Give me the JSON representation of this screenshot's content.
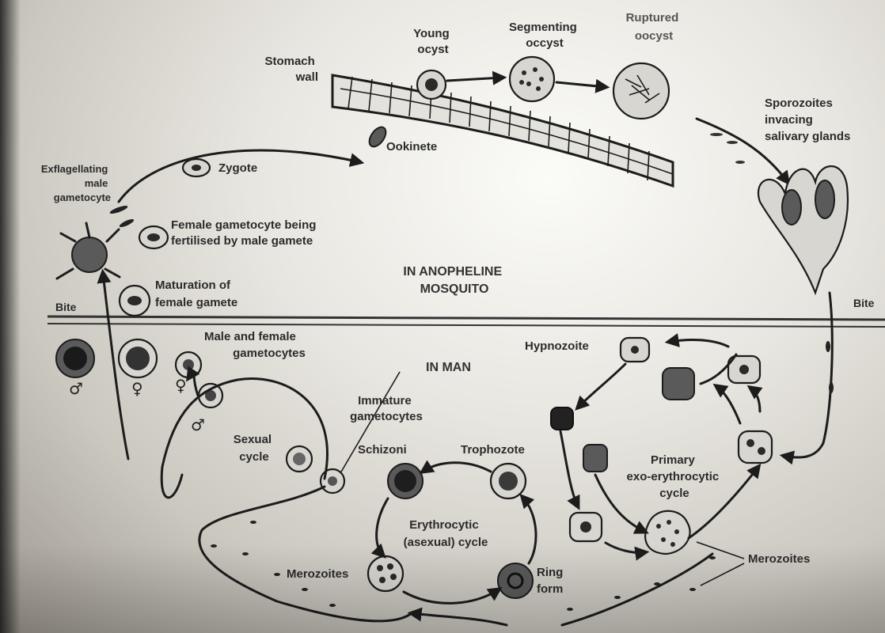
{
  "labels": {
    "young_oocyst": [
      "Young",
      "ocyst"
    ],
    "segmenting_occyst": [
      "Segmenting",
      "occyst"
    ],
    "ruptured_oocyst": [
      "Ruptured",
      "oocyst"
    ],
    "stomach_wall": [
      "Stomach",
      "wall"
    ],
    "sporozoites": [
      "Sporozoites",
      "invacing",
      "salivary glands"
    ],
    "ookinete": "Ookinete",
    "zygote": "Zygote",
    "exflagellating": [
      "Exflagellating",
      "male",
      "gametocyte"
    ],
    "female_gametocyte": [
      "Female gametocyte being",
      "fertilised by male gamete"
    ],
    "in_anopheline": [
      "IN ANOPHELINE",
      "MOSQUITO"
    ],
    "maturation": [
      "Maturation of",
      "female gamete"
    ],
    "bite_left": "Bite",
    "bite_right": "Bite",
    "male_female": [
      "Male and female",
      "gametocytes"
    ],
    "in_man": "IN MAN",
    "hypnozoite": "Hypnozoite",
    "immature": [
      "Immature",
      "gametocytes"
    ],
    "sexual_cycle": [
      "Sexual",
      "cycle"
    ],
    "schizoni": "Schizoni",
    "trophozote": "Trophozote",
    "primary": [
      "Primary",
      "exo-erythrocytic",
      "cycle"
    ],
    "erythrocytic": [
      "Erythrocytic",
      "(asexual) cycle"
    ],
    "merozoites_left": "Merozoites",
    "ring_form": [
      "Ring",
      "form"
    ],
    "merozoites_right": "Merozoites"
  },
  "symbols": {
    "male": "♂",
    "female": "♀"
  }
}
